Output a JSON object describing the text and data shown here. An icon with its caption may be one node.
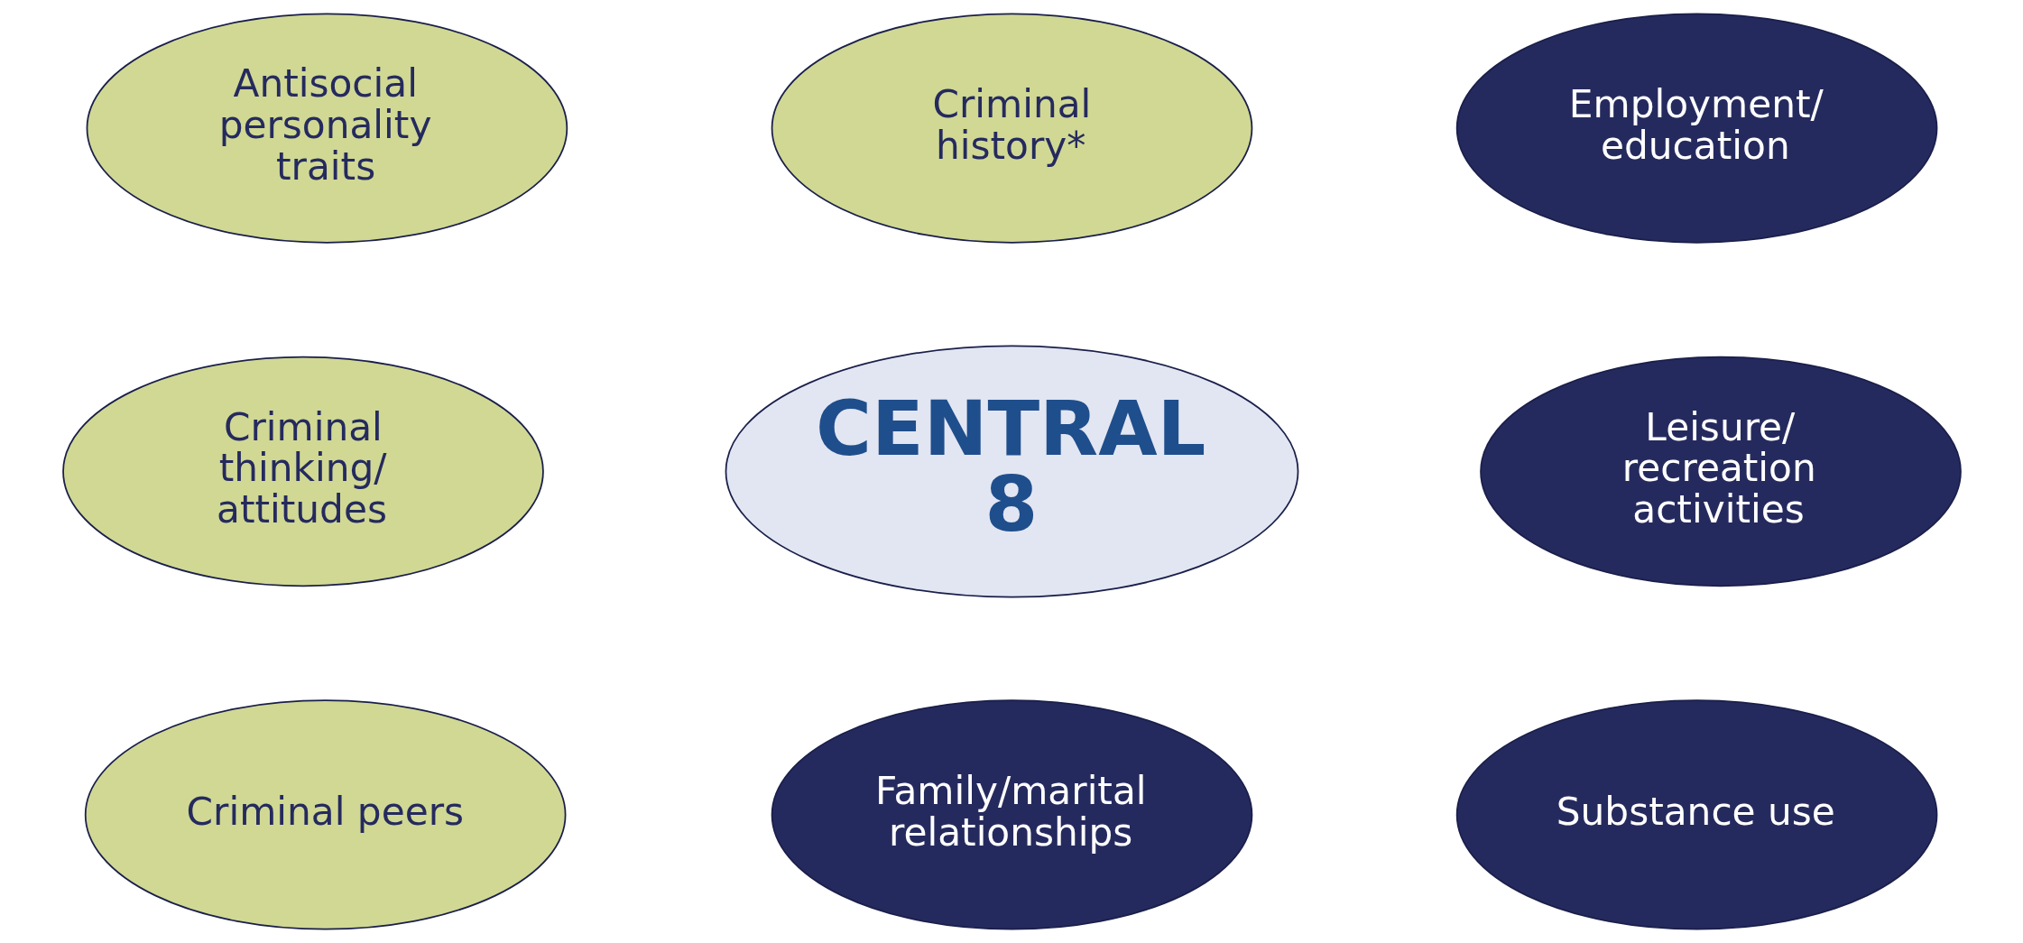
{
  "diagram": {
    "nodes": [
      {
        "text": [
          "Antisocial personality traits"
        ]
      },
      {
        "text": [
          "Criminal history*"
        ]
      },
      {
        "text": [
          "Employment/ education"
        ]
      },
      {
        "text": [
          "Criminal thinking/ attitudes"
        ]
      },
      {
        "text": [
          "CENTRAL 8"
        ]
      },
      {
        "text": [
          "Leisure/ recreation activities"
        ]
      },
      {
        "text": [
          "Criminal peers"
        ]
      },
      {
        "text": [
          "Family/marital relationships"
        ]
      },
      {
        "text": [
          "Substance use"
        ]
      }
    ]
  }
}
